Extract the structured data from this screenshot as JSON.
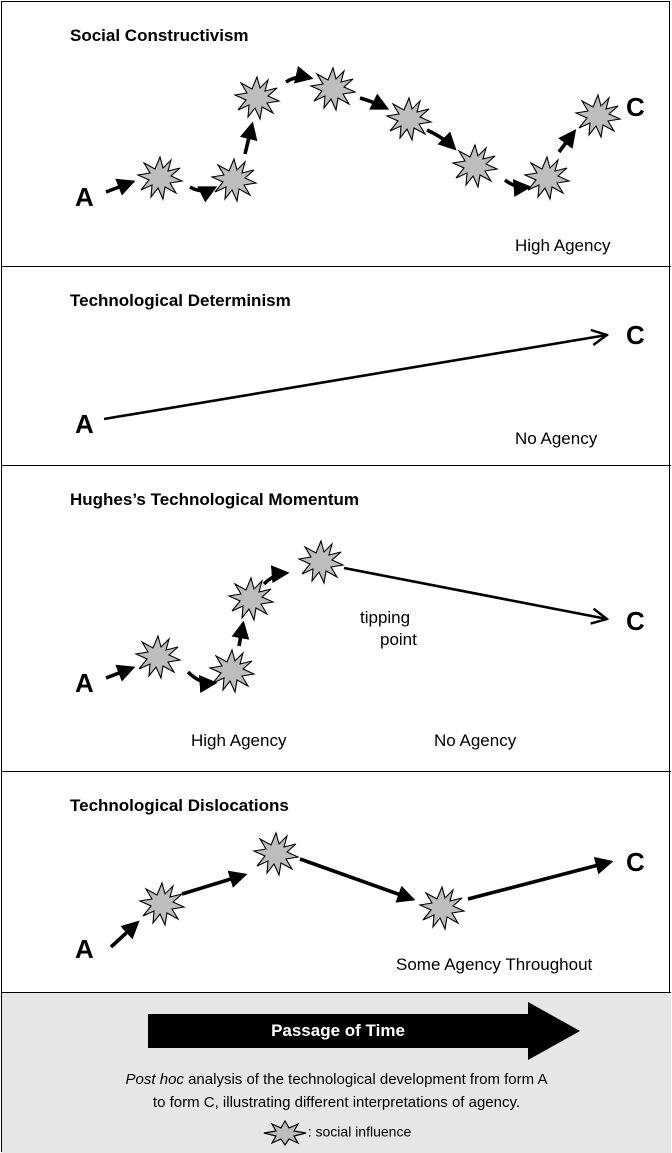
{
  "panels": [
    {
      "title": "Social Constructivism",
      "start_label": "A",
      "end_label": "C",
      "notes": [
        "High Agency"
      ]
    },
    {
      "title": "Technological Determinism",
      "start_label": "A",
      "end_label": "C",
      "notes": [
        "No Agency"
      ]
    },
    {
      "title": "Hughes’s Technological Momentum",
      "start_label": "A",
      "end_label": "C",
      "notes": [
        "High Agency",
        "No Agency"
      ],
      "tipping_label_1": "tipping",
      "tipping_label_2": "point"
    },
    {
      "title": "Technological Dislocations",
      "start_label": "A",
      "end_label": "C",
      "notes": [
        "Some Agency Throughout"
      ]
    }
  ],
  "footer": {
    "time_label": "Passage of Time",
    "caption_italic": "Post hoc",
    "caption_line1_rest": " analysis of the technological development from form A",
    "caption_line2": "to form C, illustrating different interpretations of agency.",
    "legend_text": ": social influence",
    "legend_icon": "starburst-icon"
  },
  "colors": {
    "starburst_fill": "#bdbdbd",
    "footer_bg": "#e6e6e6"
  }
}
